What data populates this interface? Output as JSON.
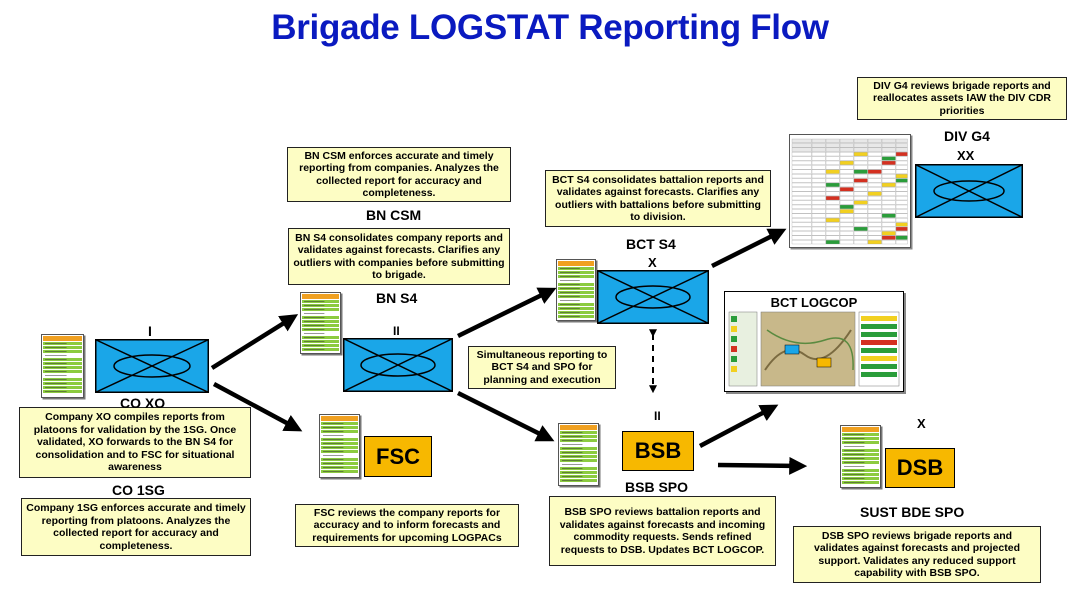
{
  "title": "Brigade LOGSTAT Reporting Flow",
  "units": {
    "co_xo": "CO XO",
    "co_1sg": "CO 1SG",
    "bn_csm": "BN CSM",
    "bn_s4": "BN S4",
    "fsc": "FSC",
    "bct_s4": "BCT S4",
    "bsb": "BSB",
    "bsb_spo": "BSB SPO",
    "div_g4": "DIV G4",
    "dsb": "DSB",
    "sust_bde_spo": "SUST BDE SPO"
  },
  "echelons": {
    "company": "I",
    "battalion_bn": "II",
    "brigade": "X",
    "battalion_bsb": "II",
    "division": "XX",
    "sust_bde": "X"
  },
  "logcop_title": "BCT LOGCOP",
  "notes": {
    "co_xo": "Company XO compiles reports from platoons for validation by the 1SG. Once validated, XO forwards to the BN S4 for consolidation and to FSC for situational awareness",
    "co_1sg": "Company 1SG enforces accurate and timely reporting from platoons. Analyzes the collected report for accuracy and completeness.",
    "bn_csm": "BN CSM enforces accurate and timely reporting from companies. Analyzes the collected report for accuracy and completeness.",
    "bn_s4": "BN S4 consolidates company reports and validates against forecasts. Clarifies any outliers with companies before submitting to brigade.",
    "fsc": "FSC reviews the company reports for accuracy and to inform forecasts and requirements for upcoming LOGPACs",
    "bct_s4": "BCT S4 consolidates battalion reports and validates against forecasts. Clarifies any outliers with battalions before submitting to division.",
    "simultaneous": "Simultaneous reporting to BCT S4 and SPO for planning and execution",
    "bsb_spo": "BSB SPO reviews battalion reports and validates against forecasts and incoming commodity requests. Sends refined requests to DSB. Updates BCT LOGCOP.",
    "div_g4": "DIV G4 reviews brigade reports and reallocates assets IAW the DIV CDR priorities",
    "dsb_spo": "DSB SPO reviews brigade reports and validates against forecasts and projected support. Validates any reduced support capability with BSB SPO."
  },
  "colors": {
    "title": "#0a1ac0",
    "unit_fill": "#1aa6e8",
    "sustainment_fill": "#f7b800",
    "note_fill": "#fdfdc4",
    "doc_header": "#f0a020",
    "doc_green": "#8ccb3f"
  }
}
